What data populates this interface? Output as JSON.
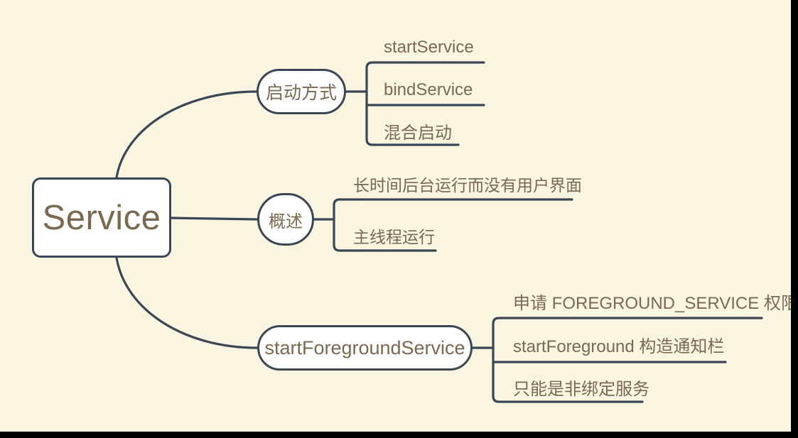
{
  "colors": {
    "background": "#faf5e1",
    "node_fill": "#ffffff",
    "stroke": "#3b4654",
    "text": "#7a6950",
    "frame": "#000000"
  },
  "root": {
    "label": "Service"
  },
  "branches": [
    {
      "id": "launch-methods",
      "label": "启动方式",
      "leaves": [
        {
          "label": "startService"
        },
        {
          "label": "bindService"
        },
        {
          "label": "混合启动"
        }
      ]
    },
    {
      "id": "overview",
      "label": "概述",
      "leaves": [
        {
          "label": "长时间后台运行而没有用户界面"
        },
        {
          "label": "主线程运行"
        }
      ]
    },
    {
      "id": "start-foreground-service",
      "label": "startForegroundService",
      "leaves": [
        {
          "label": "申请 FOREGROUND_SERVICE 权限"
        },
        {
          "label": "startForeground 构造通知栏"
        },
        {
          "label": "只能是非绑定服务"
        }
      ]
    }
  ]
}
